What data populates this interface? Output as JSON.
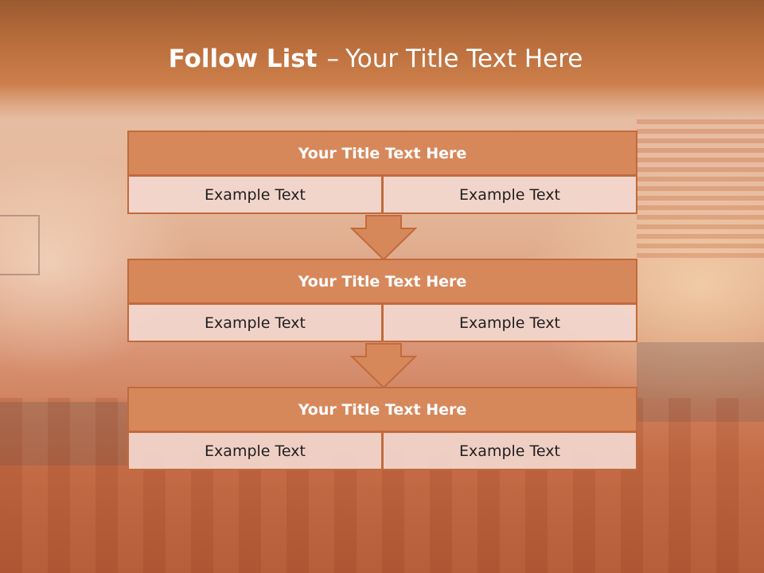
{
  "slide": {
    "title_bold": "Follow List",
    "title_dash": "–",
    "title_rest": "Your Title Text Here"
  },
  "steps": [
    {
      "title": "Your Title Text Here",
      "left": "Example Text",
      "right": "Example Text"
    },
    {
      "title": "Your Title Text Here",
      "left": "Example Text",
      "right": "Example Text"
    },
    {
      "title": "Your Title Text Here",
      "left": "Example Text",
      "right": "Example Text"
    }
  ],
  "colors": {
    "header_fill": "#d7885b",
    "border": "#c16a3c",
    "cell_fill": "#f2d6cd",
    "arrow_fill": "#d7885b"
  }
}
